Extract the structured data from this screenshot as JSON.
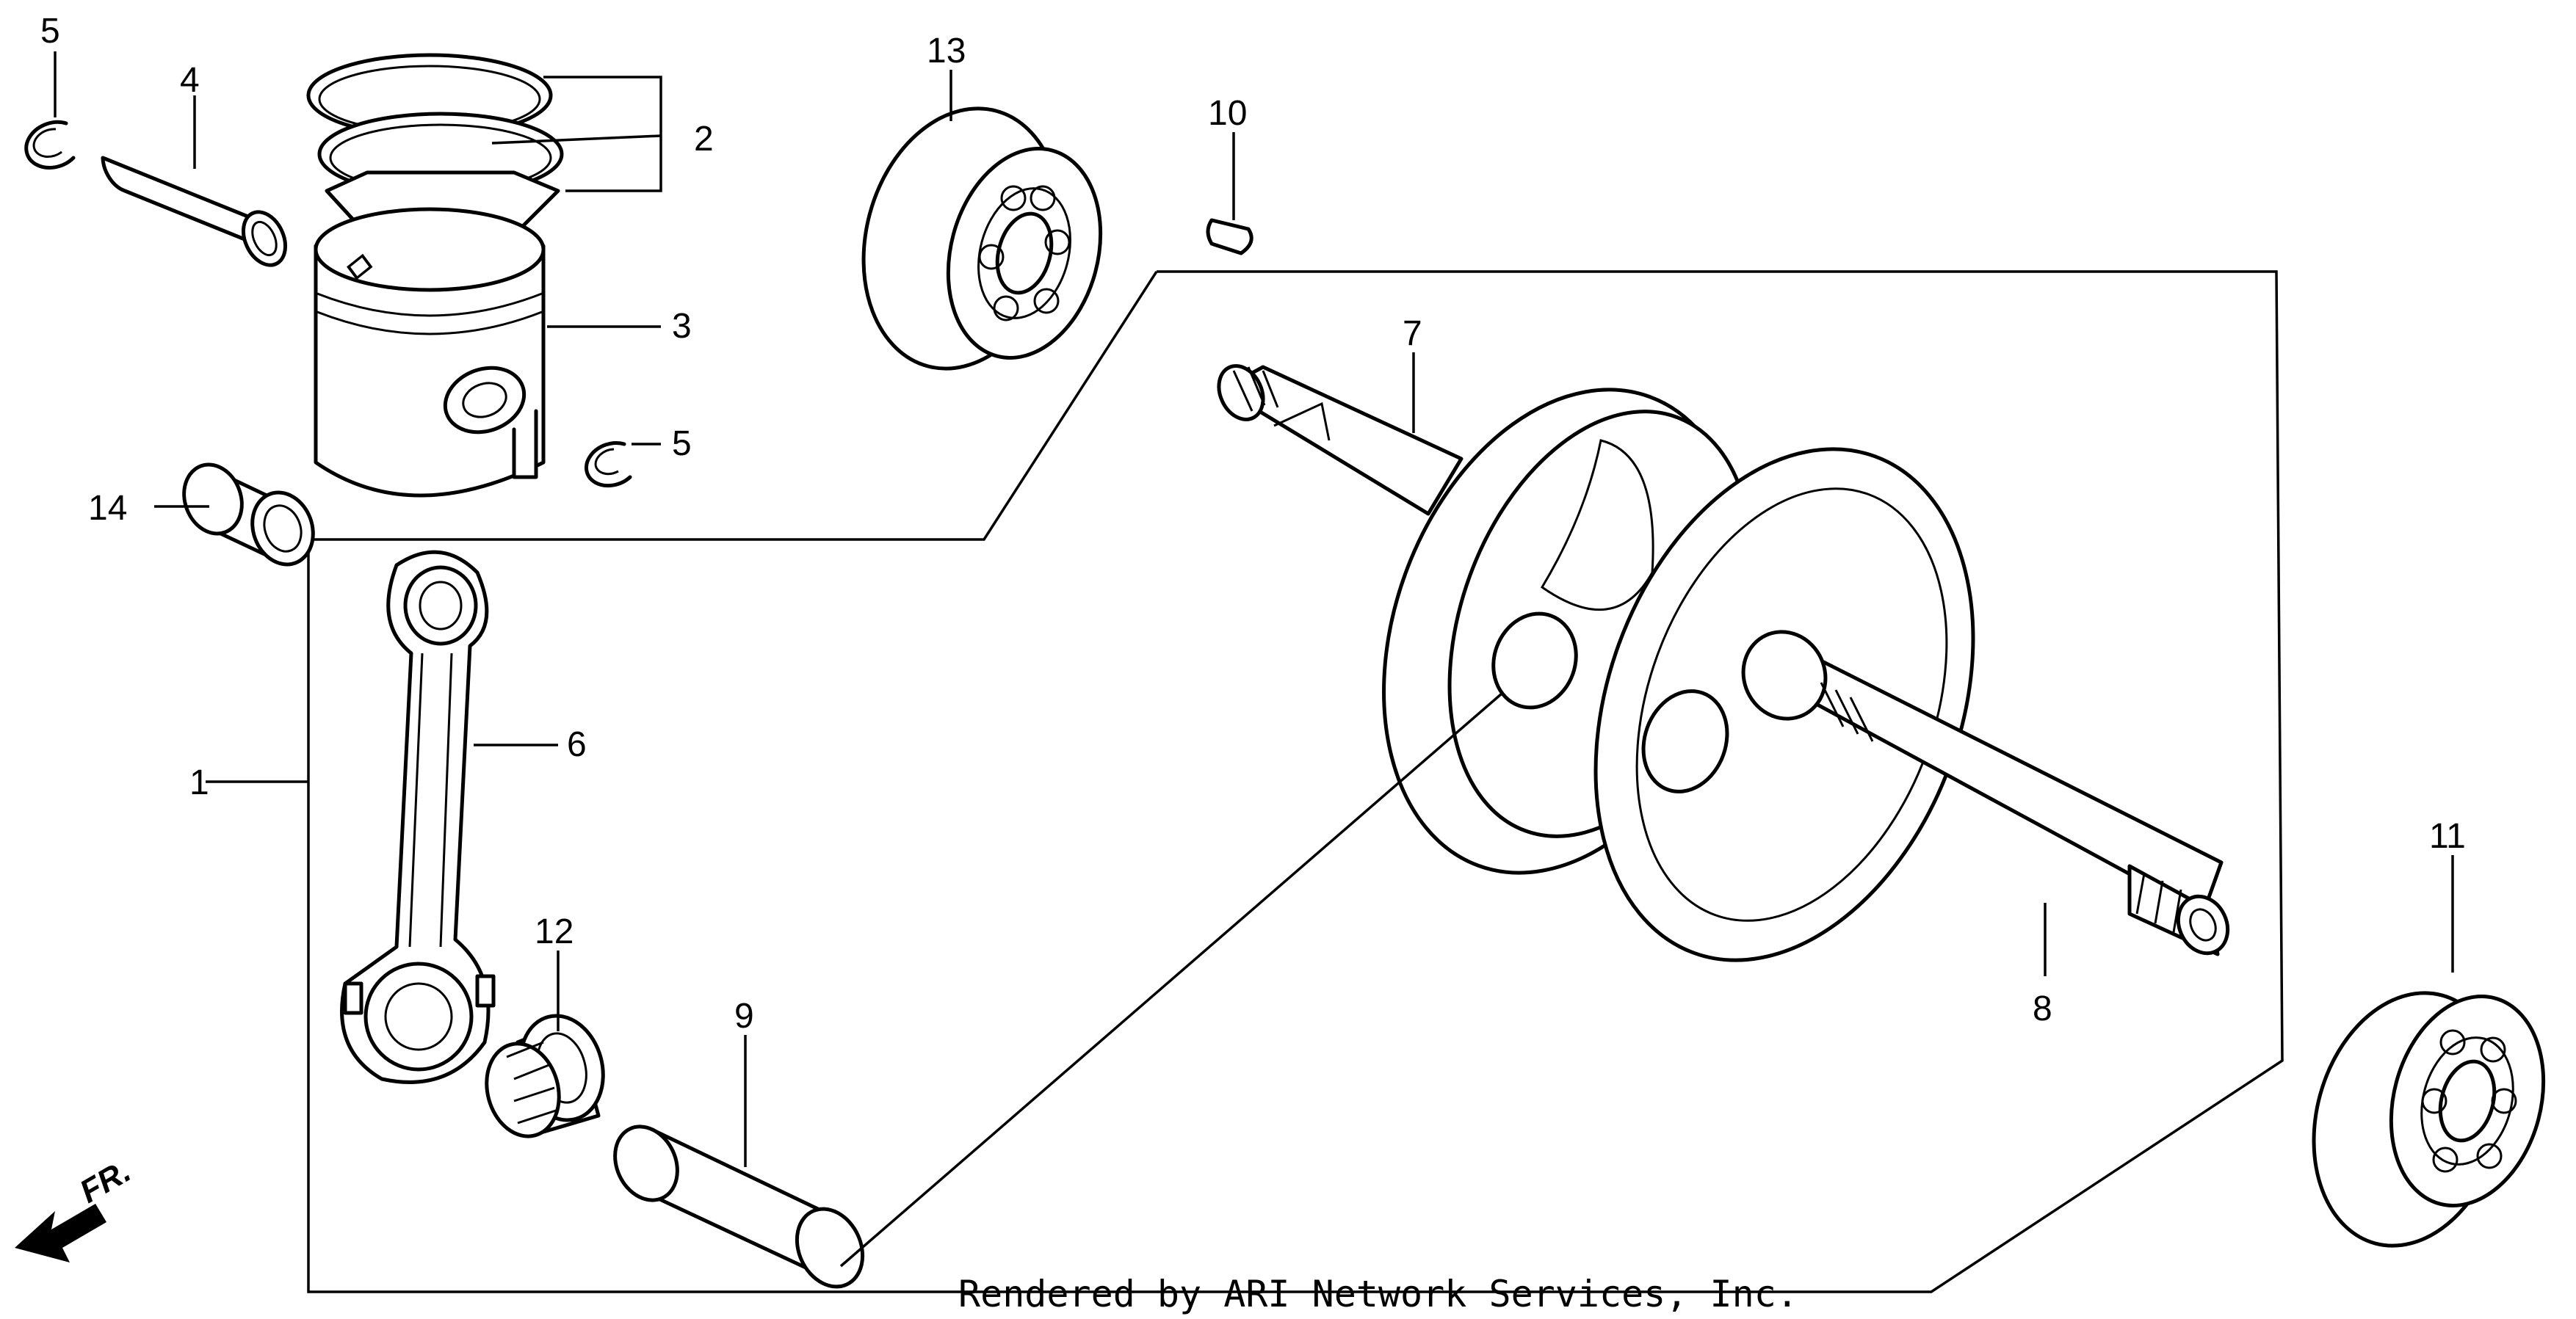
{
  "callouts": {
    "c1": "1",
    "c2": "2",
    "c3": "3",
    "c4": "4",
    "c5a": "5",
    "c5b": "5",
    "c6": "6",
    "c7": "7",
    "c8": "8",
    "c9": "9",
    "c10": "10",
    "c11": "11",
    "c12": "12",
    "c13": "13",
    "c14": "14"
  },
  "direction_label": "FR.",
  "credit": "Rendered by ARI Network Services, Inc."
}
